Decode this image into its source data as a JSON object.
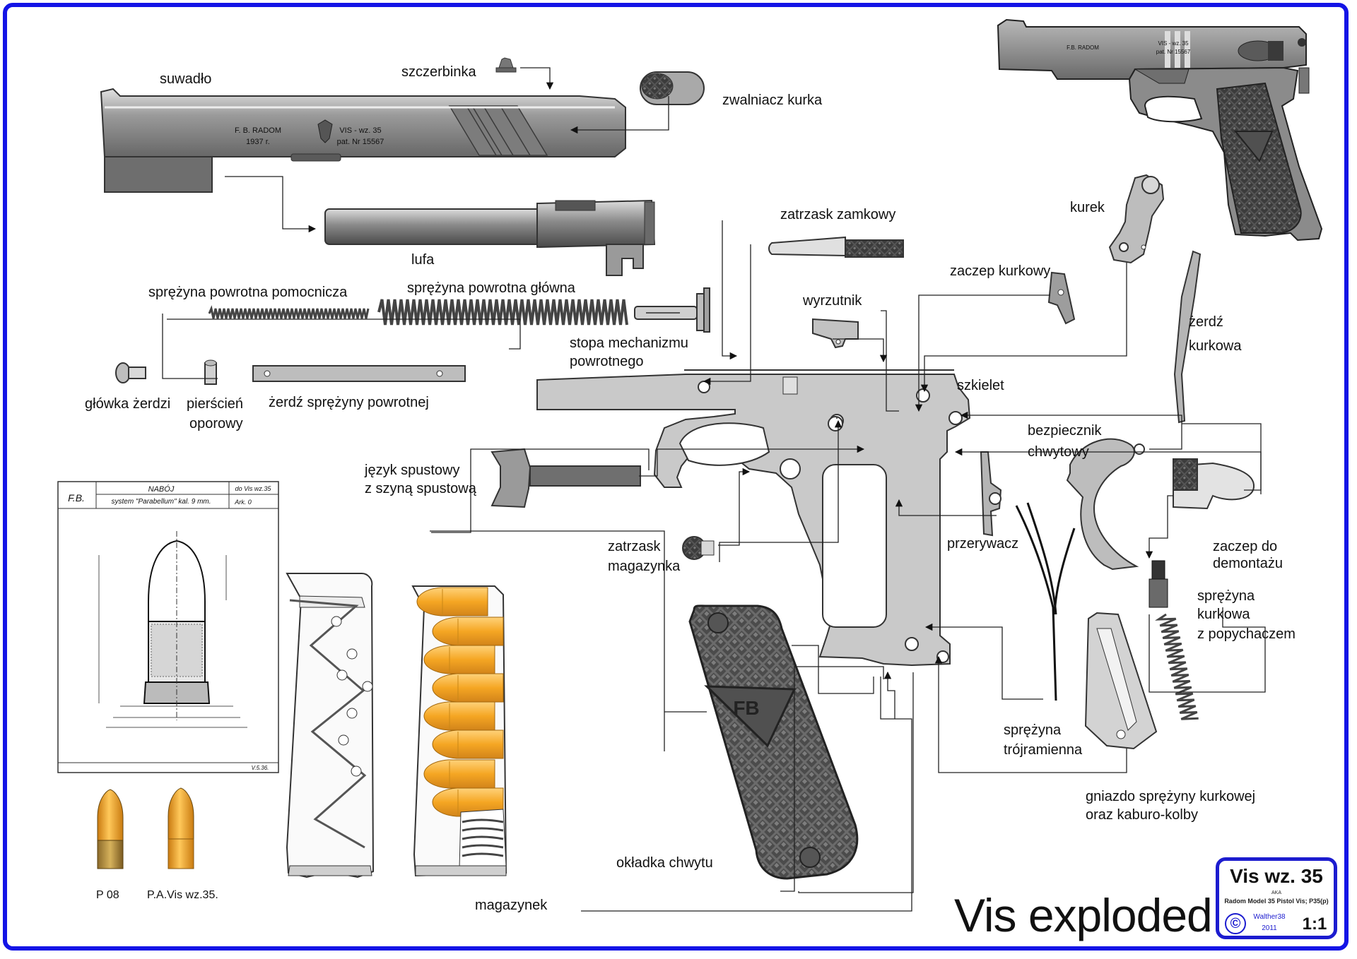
{
  "title": "Vis exploded",
  "badge": {
    "name": "Vis wz. 35",
    "aka": "AKA",
    "subtitle": "Radom Model 35 Pistol Vis; P35(p)",
    "copyright_symbol": "©",
    "author": "Walther38",
    "year": "2011",
    "scale": "1:1"
  },
  "slide_markings": {
    "maker": "F. B. RADOM",
    "year": "1937 r.",
    "model": "VIS - wz. 35",
    "patent": "pat. Nr 15567"
  },
  "pistol_markings": {
    "maker": "F.B. RADOM",
    "model": "VIS - wz. 35",
    "patent": "pat. Nr 15567"
  },
  "grip_logo": "FB",
  "drawing": {
    "logo": "F.B.",
    "title": "NABÓJ",
    "subtitle": "system \"Parabellum\" kal. 9 mm.",
    "ref": "do Vis wz.35",
    "sheet": "Ark. 0",
    "date": "V.5.36."
  },
  "labels": {
    "suwadlo": "suwadło",
    "szczerbinka": "szczerbinka",
    "zwalniacz": "zwalniacz kurka",
    "lufa": "lufa",
    "sprezyna_pom": "sprężyna powrotna pomocnicza",
    "sprezyna_glowna": "sprężyna powrotna główna",
    "stopa_1": "stopa mechanizmu",
    "stopa_2": "powrotnego",
    "glowka": "główka żerdzi",
    "pierscien_1": "pierścień",
    "pierscien_2": "oporowy",
    "zerdz_sprezyny": "żerdź sprężyny powrotnej",
    "zatrzask_zamkowy": "zatrzask zamkowy",
    "kurek": "kurek",
    "zaczep_kurkowy": "zaczep kurkowy",
    "wyrzutnik": "wyrzutnik",
    "zerdz_kurkowa_1": "żerdź",
    "zerdz_kurkowa_2": "kurkowa",
    "szkielet": "szkielet",
    "bezpiecznik_1": "bezpiecznik",
    "bezpiecznik_2": "chwytowy",
    "jezyk_1": "język spustowy",
    "jezyk_2": "z szyną spustową",
    "zatrzask_mag_1": "zatrzask",
    "zatrzask_mag_2": "magazynka",
    "przerywacz": "przerywacz",
    "zaczep_demontazu_1": "zaczep do",
    "zaczep_demontazu_2": "demontażu",
    "sprezyna_kurkowa_1": "sprężyna",
    "sprezyna_kurkowa_2": "kurkowa",
    "sprezyna_kurkowa_3": "z popychaczem",
    "sprezyna_troj_1": "sprężyna",
    "sprezyna_troj_2": "trójramienna",
    "gniazdo_1": "gniazdo sprężyny kurkowej",
    "gniazdo_2": "oraz kaburo-kolby",
    "okladka": "okładka chwytu",
    "magazynek": "magazynek",
    "p08": "P 08",
    "pavis": "P.A.Vis wz.35."
  },
  "colors": {
    "border": "#1414e6",
    "steel": "#8c8c8c",
    "steel_light": "#c4c4c4",
    "frame_fill": "#c9c9c9",
    "bullet": "#f2a52b",
    "bullet_light": "#ffc862",
    "leader": "#222222"
  }
}
